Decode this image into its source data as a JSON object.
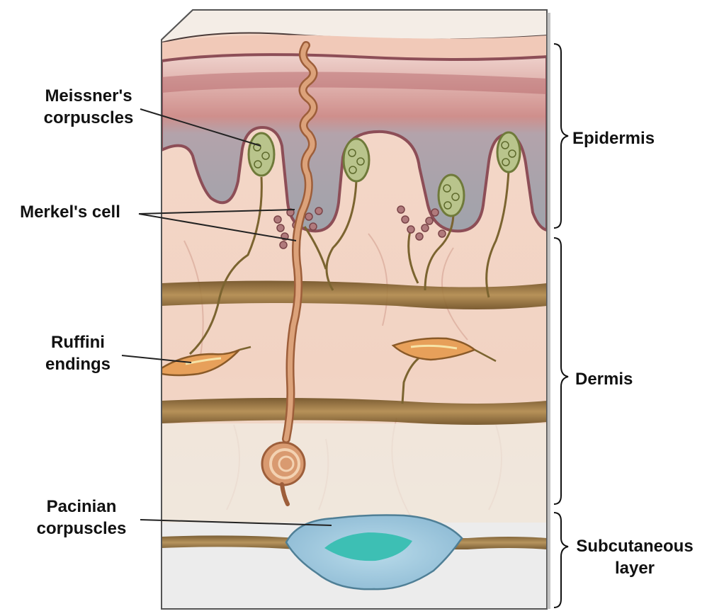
{
  "labels": {
    "meissner": [
      "Meissner's",
      "corpuscles"
    ],
    "merkel": [
      "Merkel's cell"
    ],
    "ruffini": [
      "Ruffini",
      "endings"
    ],
    "pacinian": [
      "Pacinian",
      "corpuscles"
    ],
    "epidermis": [
      "Epidermis"
    ],
    "dermis": [
      "Dermis"
    ],
    "subcutaneous": [
      "Subcutaneous",
      "layer"
    ]
  },
  "colors": {
    "epidermis_pink": "#d7a29d",
    "epidermis_gray": "#a7a7ad",
    "dermis_pink": "#f3d6c8",
    "nerve_tan": "#c98a5b",
    "fiber_olive": "#8c6a32",
    "meissner_green": "#a8b77a",
    "pacinian_blue": "#9cc8de",
    "pacinian_core": "#39b8b2",
    "subcutaneous_white": "#ededed",
    "ridge_maroon": "#8d4e57"
  },
  "icons": {
    "brackets": "curly-brace-icon"
  }
}
